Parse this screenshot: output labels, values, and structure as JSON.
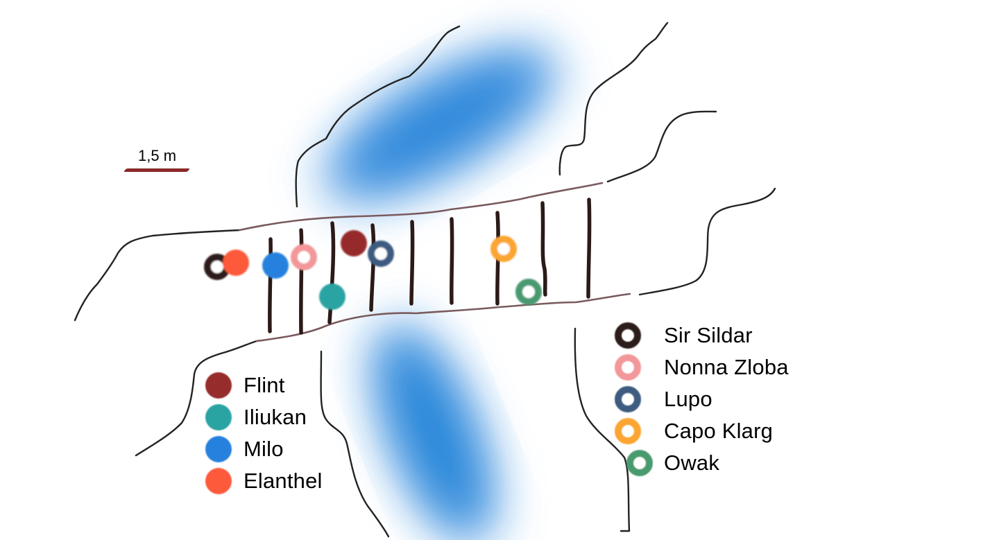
{
  "scale": {
    "label": "1,5 m"
  },
  "colors": {
    "water": "#2e88da",
    "plank": "#2b1a18",
    "bridge_edge": "#7a5a5e",
    "cliff": "#222222",
    "scale_bar": "#8b2a2a"
  },
  "tokens": [
    {
      "name": "Sir Sildar",
      "style": "ring",
      "color": "#2d1d1a"
    },
    {
      "name": "Elanthel",
      "style": "solid",
      "color": "#fc5a3b"
    },
    {
      "name": "Milo",
      "style": "solid",
      "color": "#2681de"
    },
    {
      "name": "Nonna Zloba",
      "style": "ring",
      "color": "#f2979a"
    },
    {
      "name": "Iliukan",
      "style": "solid",
      "color": "#2aa3a3"
    },
    {
      "name": "Flint",
      "style": "solid",
      "color": "#962c2c"
    },
    {
      "name": "Lupo",
      "style": "ring",
      "color": "#3e5b80"
    },
    {
      "name": "Capo Klarg",
      "style": "ring",
      "color": "#fba532"
    },
    {
      "name": "Owak",
      "style": "ring",
      "color": "#4a9a6f"
    }
  ],
  "legend_left": [
    {
      "label": "Flint",
      "style": "solid",
      "color": "#962c2c"
    },
    {
      "label": "Iliukan",
      "style": "solid",
      "color": "#2aa3a3"
    },
    {
      "label": "Milo",
      "style": "solid",
      "color": "#2681de"
    },
    {
      "label": "Elanthel",
      "style": "solid",
      "color": "#fc5a3b"
    }
  ],
  "legend_right": [
    {
      "label": "Sir Sildar",
      "style": "ring",
      "color": "#2d1d1a"
    },
    {
      "label": "Nonna Zloba",
      "style": "ring",
      "color": "#f2979a"
    },
    {
      "label": "Lupo",
      "style": "ring",
      "color": "#3e5b80"
    },
    {
      "label": "Capo Klarg",
      "style": "ring",
      "color": "#fba532"
    },
    {
      "label": "Owak",
      "style": "ring",
      "color": "#4a9a6f"
    }
  ]
}
